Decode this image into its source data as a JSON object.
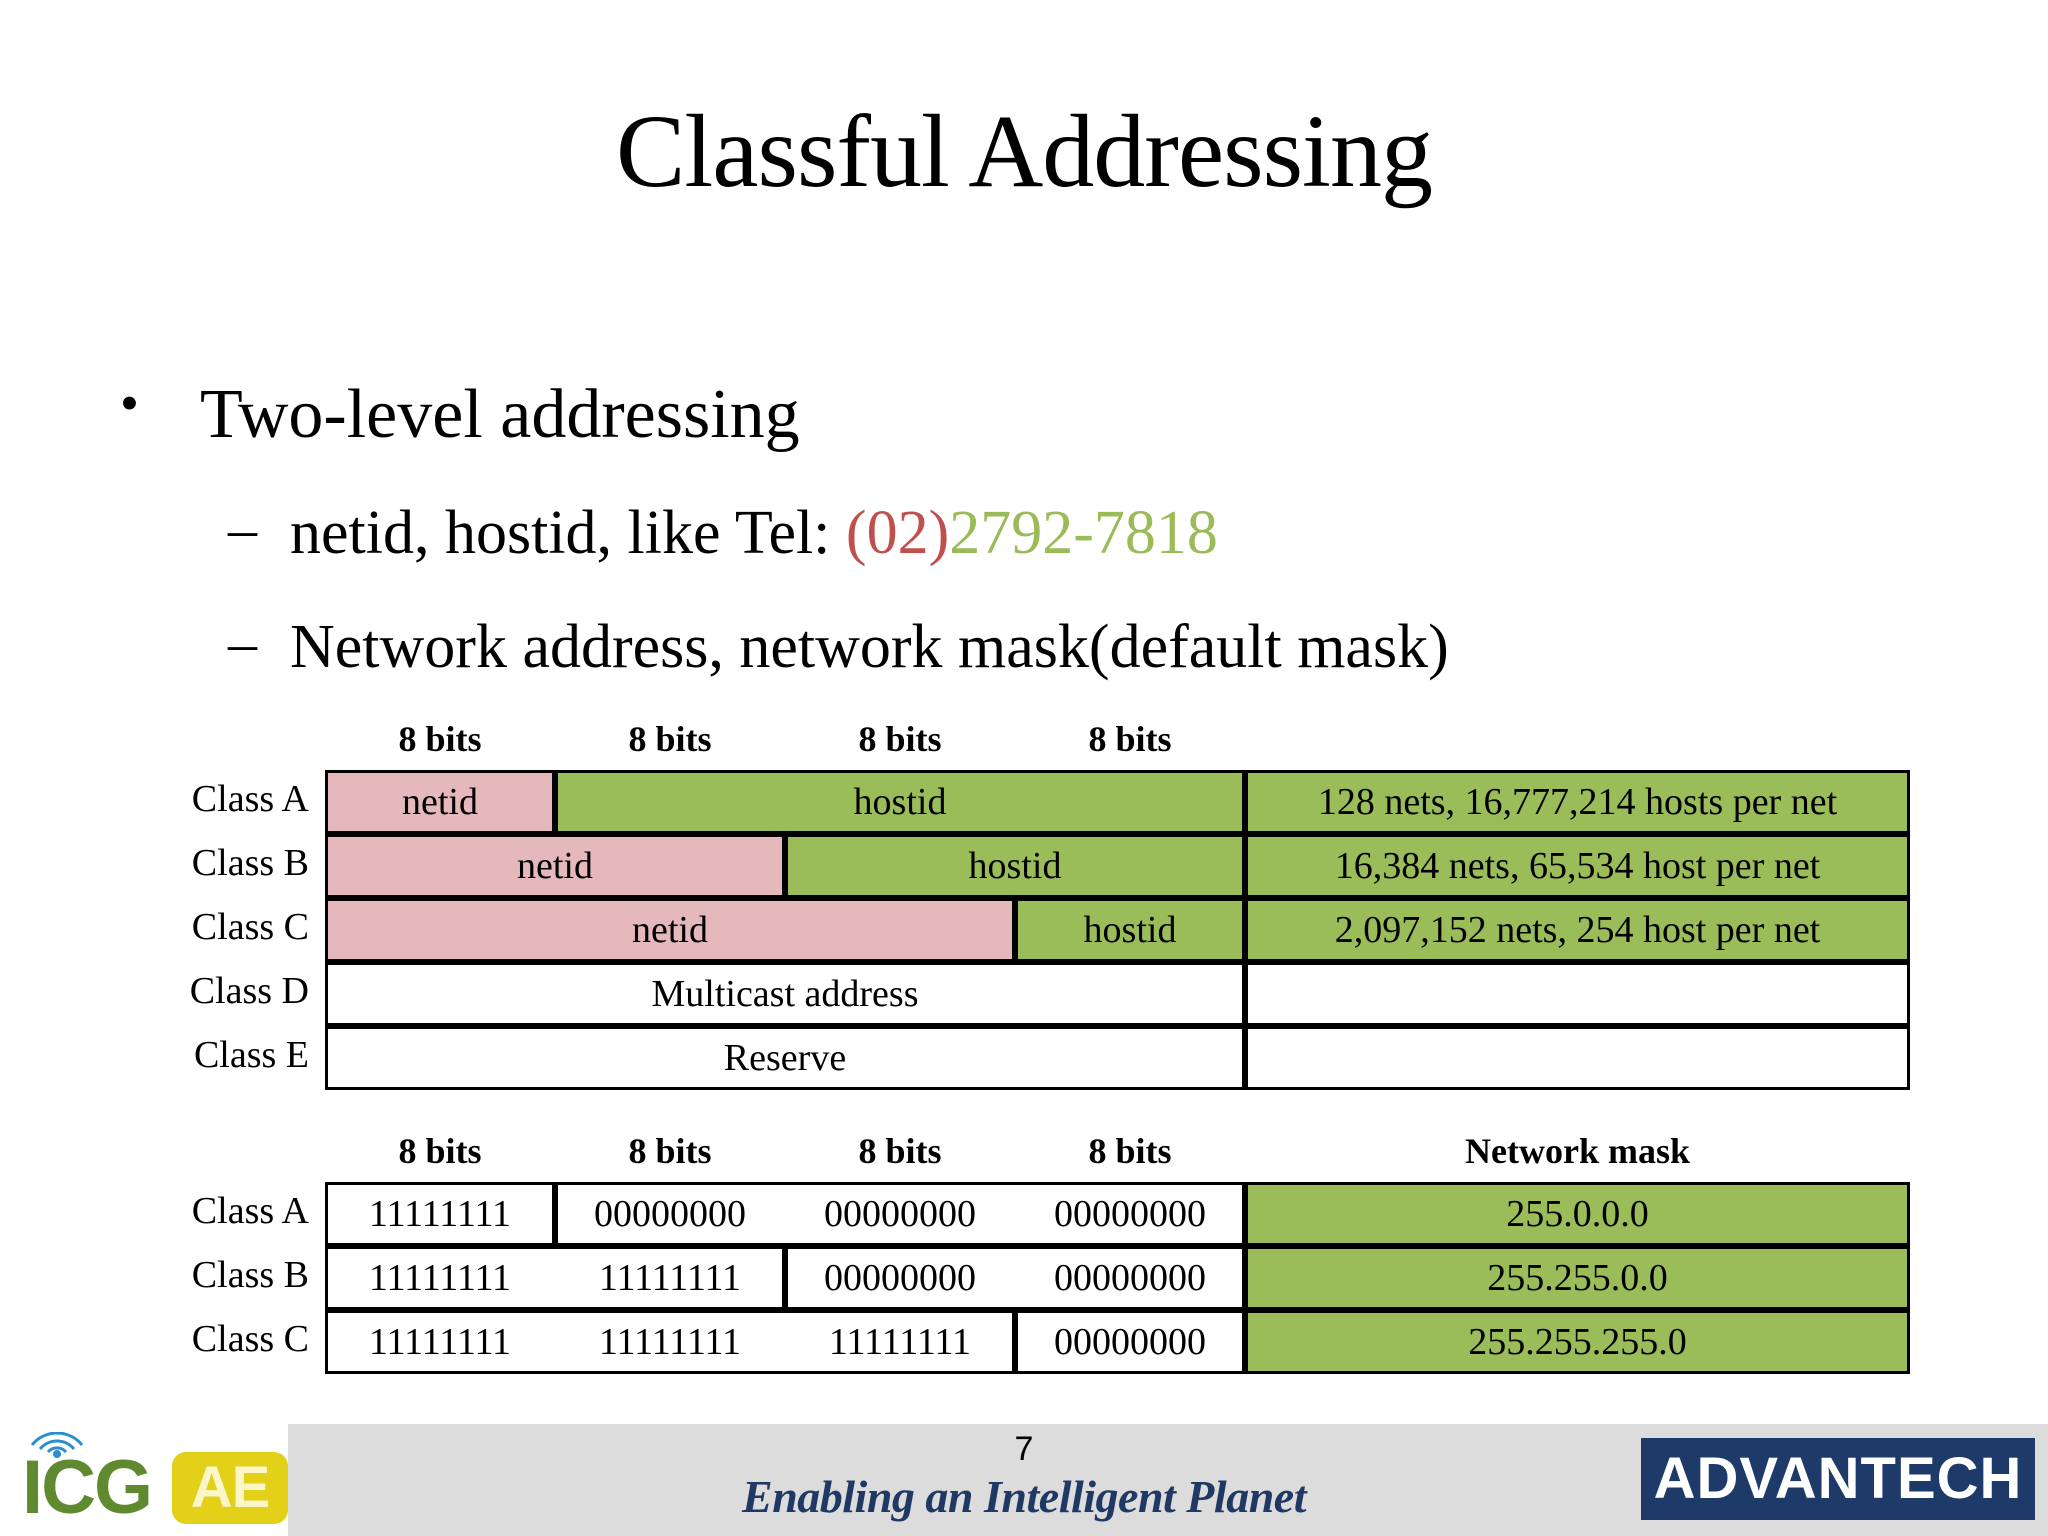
{
  "slide": {
    "title": "Classful Addressing",
    "page_number": "7"
  },
  "bullets": {
    "marker_level1": "•",
    "marker_level2": "–",
    "level1": "Two-level addressing",
    "level2_a_prefix": "netid, hostid, like Tel: ",
    "level2_a_area": "(02)",
    "level2_a_number": "2792-7818",
    "level2_b": "Network address, network mask(default mask)"
  },
  "table_classes": {
    "bit_headers": [
      "8 bits",
      "8 bits",
      "8 bits",
      "8 bits"
    ],
    "rows": [
      {
        "label": "Class A",
        "segments": [
          {
            "text": "netid",
            "span": 1,
            "fill": "pink"
          },
          {
            "text": "hostid",
            "span": 3,
            "fill": "green"
          }
        ],
        "info": "128 nets, 16,777,214 hosts per net",
        "info_fill": "green"
      },
      {
        "label": "Class B",
        "segments": [
          {
            "text": "netid",
            "span": 2,
            "fill": "pink"
          },
          {
            "text": "hostid",
            "span": 2,
            "fill": "green"
          }
        ],
        "info": "16,384 nets, 65,534 host per net",
        "info_fill": "green"
      },
      {
        "label": "Class C",
        "segments": [
          {
            "text": "netid",
            "span": 3,
            "fill": "pink"
          },
          {
            "text": "hostid",
            "span": 1,
            "fill": "green"
          }
        ],
        "info": "2,097,152 nets, 254 host per net",
        "info_fill": "green"
      },
      {
        "label": "Class D",
        "segments": [
          {
            "text": "Multicast address",
            "span": 4,
            "fill": "plain"
          }
        ],
        "info": "",
        "info_fill": "plain"
      },
      {
        "label": "Class E",
        "segments": [
          {
            "text": "Reserve",
            "span": 4,
            "fill": "plain"
          }
        ],
        "info": "",
        "info_fill": "plain"
      }
    ]
  },
  "table_masks": {
    "bit_headers": [
      "8 bits",
      "8 bits",
      "8 bits",
      "8 bits"
    ],
    "mask_header": "Network mask",
    "rows": [
      {
        "label": "Class A",
        "segments": [
          {
            "text": "11111111",
            "span": 1,
            "fill": "plain"
          },
          {
            "text": "00000000",
            "span": 3,
            "fill": "plain"
          }
        ],
        "octet_labels": [
          "11111111",
          "00000000",
          "00000000",
          "00000000"
        ],
        "mask": "255.0.0.0",
        "mask_fill": "green"
      },
      {
        "label": "Class B",
        "segments": [
          {
            "text": "11111111",
            "span": 2,
            "fill": "plain"
          },
          {
            "text": "00000000",
            "span": 2,
            "fill": "plain"
          }
        ],
        "octet_labels": [
          "11111111",
          "11111111",
          "00000000",
          "00000000"
        ],
        "mask": "255.255.0.0",
        "mask_fill": "green"
      },
      {
        "label": "Class C",
        "segments": [
          {
            "text": "11111111",
            "span": 3,
            "fill": "plain"
          },
          {
            "text": "00000000",
            "span": 1,
            "fill": "plain"
          }
        ],
        "octet_labels": [
          "11111111",
          "11111111",
          "11111111",
          "00000000"
        ],
        "mask": "255.255.255.0",
        "mask_fill": "green"
      }
    ]
  },
  "footer": {
    "tagline": "Enabling an Intelligent Planet",
    "brand": "ADVANTECH",
    "icg_text": "ICG",
    "ae_text": "AE"
  },
  "colors": {
    "netid_pink": "#e5b8bb",
    "hostid_green": "#9bbd59",
    "tel_area_red": "#c0504d",
    "tel_number_green": "#9bbb59",
    "advantech_navy": "#1e3a68",
    "tagline_navy": "#1f3864",
    "icg_green": "#5f8a2f",
    "ae_yellow": "#e3d018",
    "footer_band": "#dcdcdc"
  }
}
